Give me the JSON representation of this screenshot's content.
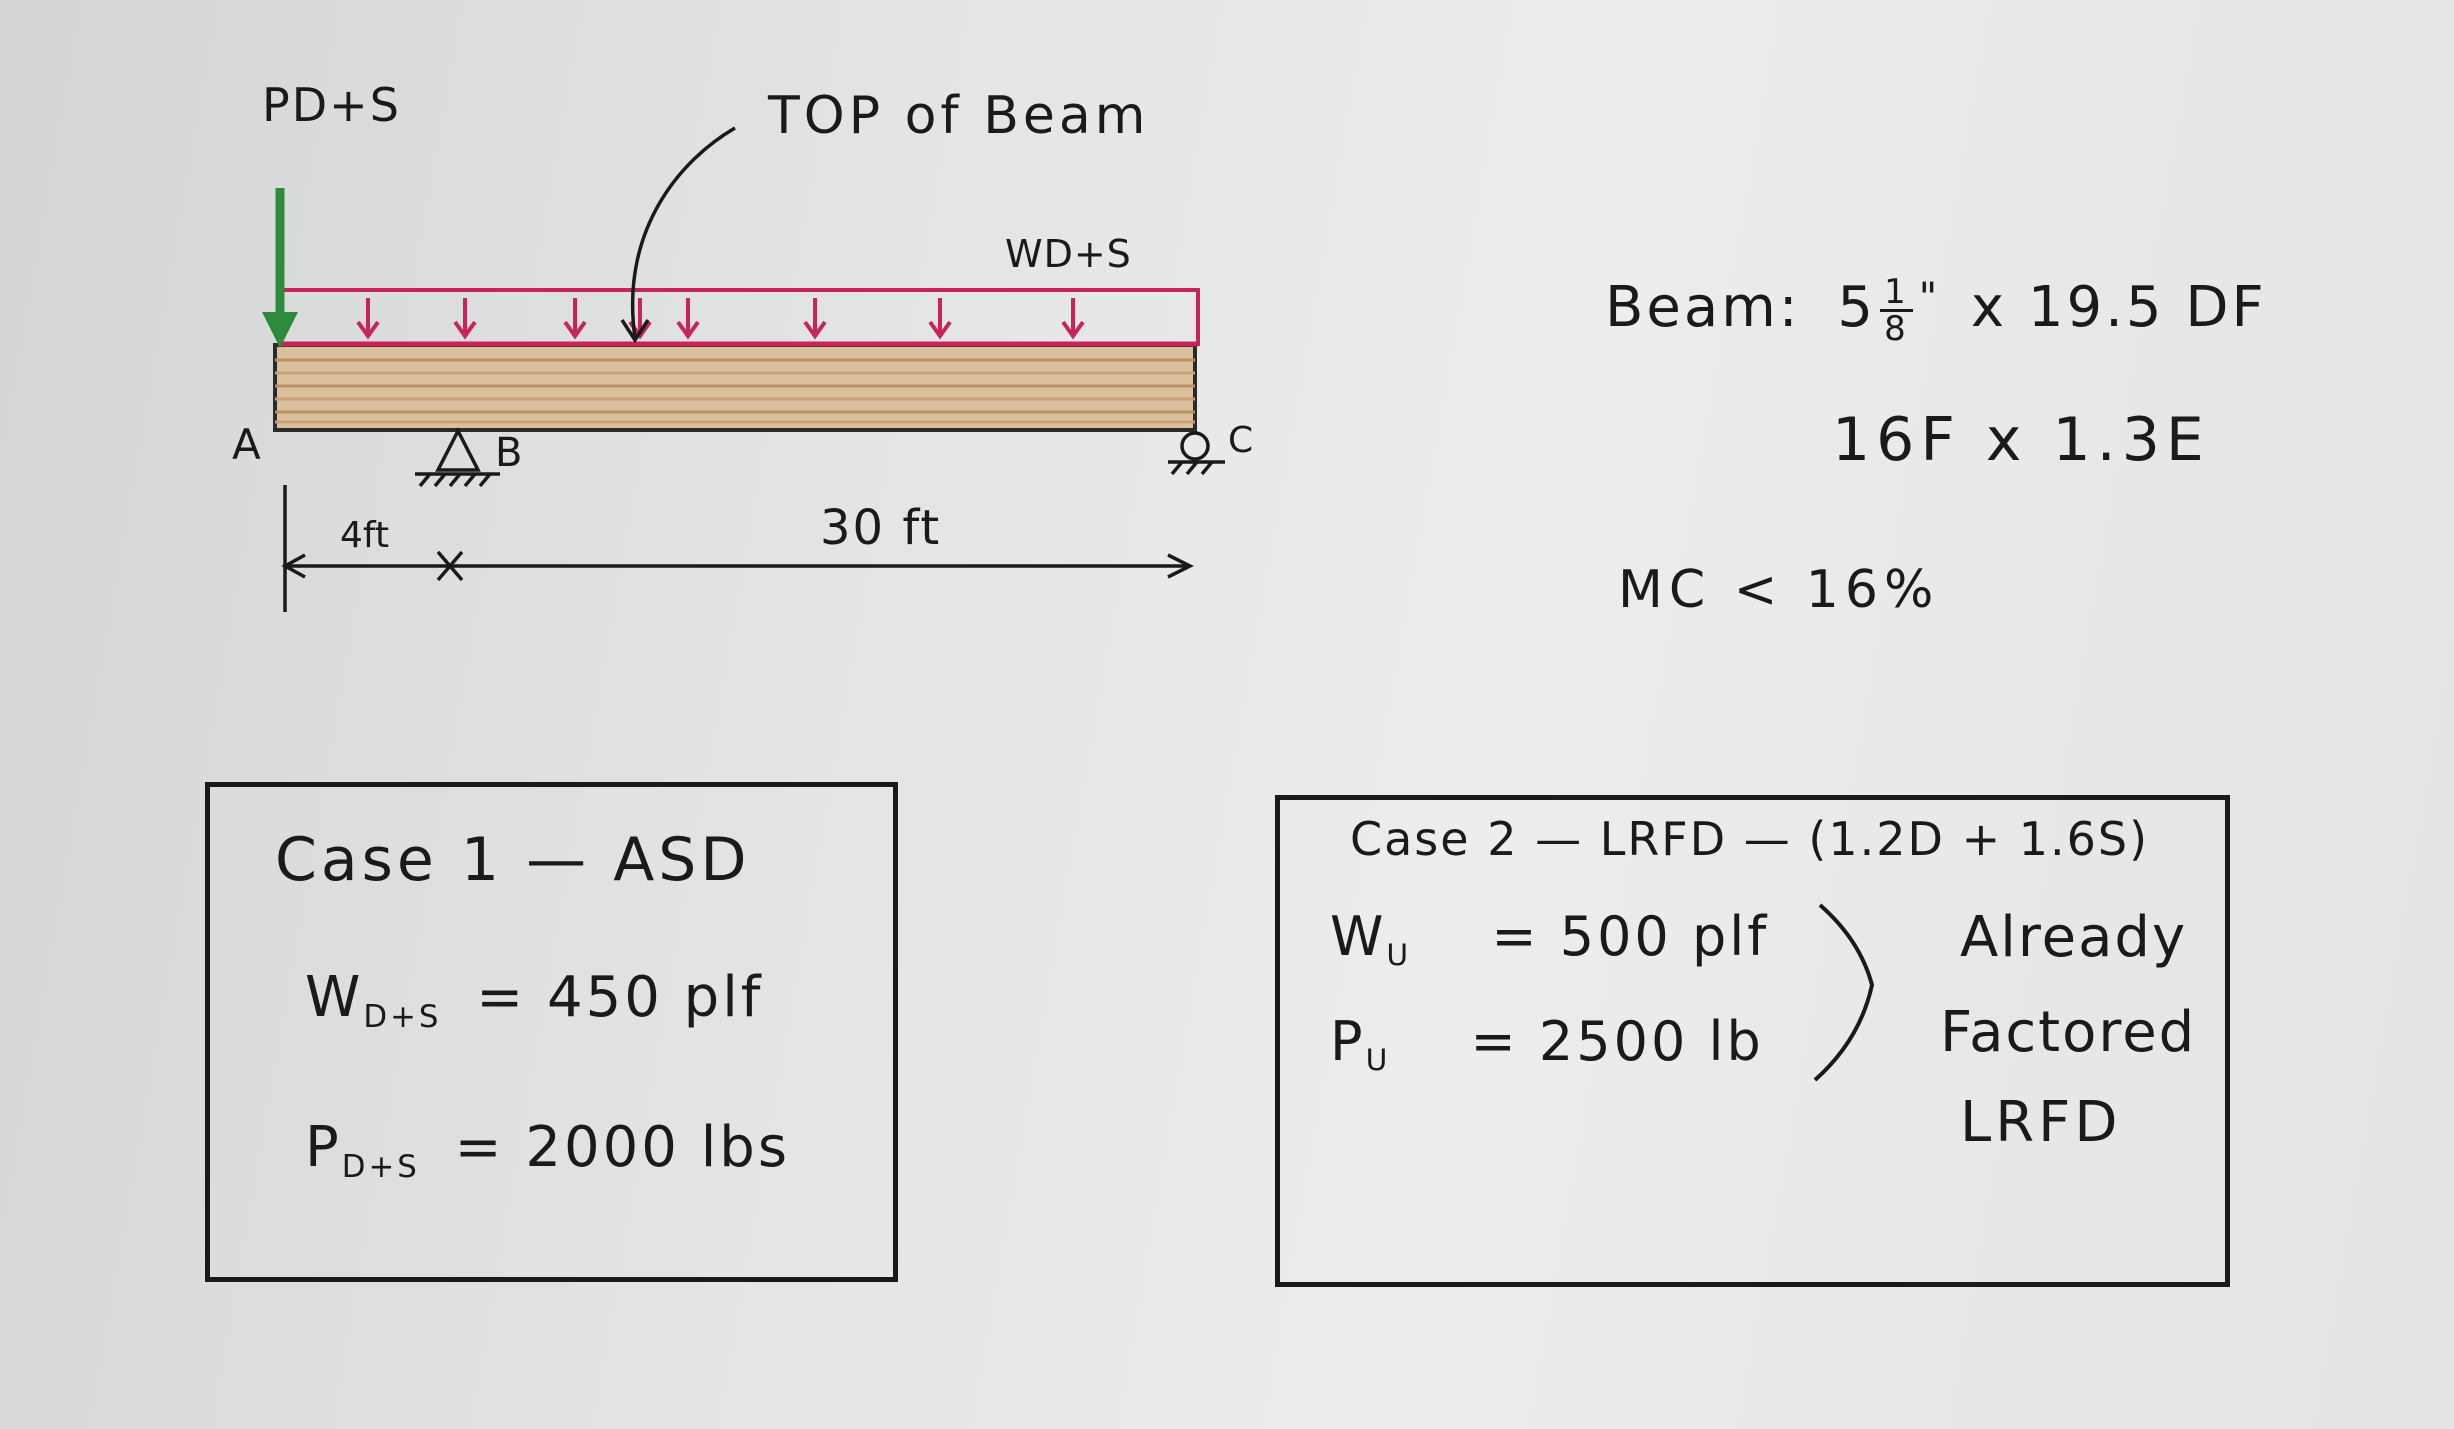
{
  "beam_figure": {
    "point_load_label": "PD+S",
    "top_of_beam_label": "TOP of Beam",
    "dist_load_label": "WD+S",
    "point_a": "A",
    "point_b": "B",
    "point_c": "C",
    "dim_left": "4ft",
    "dim_span": "30 ft"
  },
  "beam_spec": {
    "beam_label": "Beam:",
    "size_whole": "5",
    "size_frac_num": "1",
    "size_frac_den": "8",
    "size_unit": "\"",
    "size_rest": "x 19.5 DF",
    "grade": "16F x 1.3E",
    "mc": "MC < 16%"
  },
  "case1": {
    "title": "Case 1 — ASD",
    "w_label": "W",
    "w_sub": "D+S",
    "w_value": "= 450 plf",
    "p_label": "P",
    "p_sub": "D+S",
    "p_value": "= 2000 lbs"
  },
  "case2": {
    "title": "Case 2 — LRFD — (1.2D + 1.6S)",
    "w_label": "W",
    "w_sub": "U",
    "w_value": "= 500 plf",
    "p_label": "P",
    "p_sub": "U",
    "p_value": "= 2500 lb",
    "note1": "Already",
    "note2": "Factored",
    "note3": "LRFD"
  },
  "colors": {
    "point_load": "#2e8b3e",
    "dist_load": "#c8235a",
    "beam_wood": "#caa27c",
    "ink": "#1a1a1a"
  }
}
